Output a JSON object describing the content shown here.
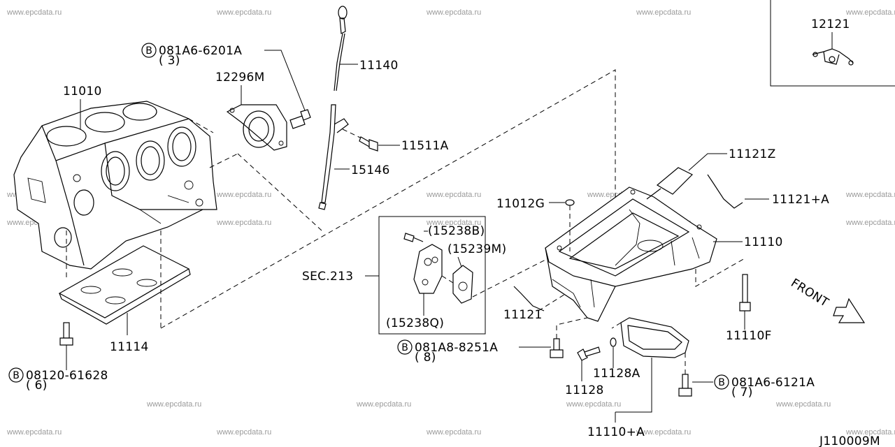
{
  "watermark": "www.epcdata.ru",
  "diagram_code": "J110009M",
  "labels": {
    "p11010": "11010",
    "p12296M": "12296M",
    "p11140": "11140",
    "p11511A": "11511A",
    "p15146": "15146",
    "p11114": "11114",
    "p11121Z": "11121Z",
    "p11121A": "11121+A",
    "p11012G": "11012G",
    "p11110": "11110",
    "p15238B": "(15238B)",
    "p15239M": "(15239M)",
    "p15238Q": "(15238Q)",
    "sec213": "SEC.213",
    "p11121": "11121",
    "p11110F": "11110F",
    "p11128A": "11128A",
    "p11128": "11128",
    "p11110A": "11110+A",
    "p12121": "12121",
    "front": "FRONT"
  },
  "bolts": {
    "b1": {
      "badge": "B",
      "code": "081A6-6201A",
      "qty": "( 3)"
    },
    "b2": {
      "badge": "B",
      "code": "08120-61628",
      "qty": "( 6)"
    },
    "b3": {
      "badge": "B",
      "code": "081A8-8251A",
      "qty": "( 8)"
    },
    "b4": {
      "badge": "B",
      "code": "081A6-6121A",
      "qty": "( 7)"
    }
  }
}
